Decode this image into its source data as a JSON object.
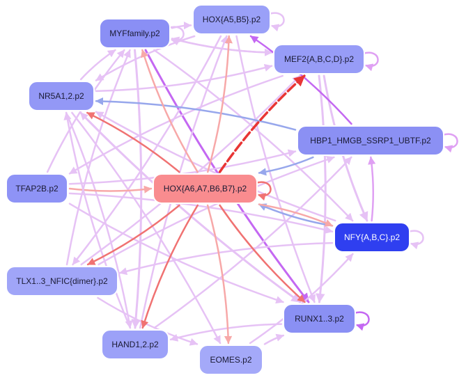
{
  "nodes": [
    {
      "id": "myf",
      "label": "MYFfamily.p2",
      "color": "#8a8ff5"
    },
    {
      "id": "hoxa5",
      "label": "HOX{A5,B5}.p2",
      "color": "#9aa0f8"
    },
    {
      "id": "mef2",
      "label": "MEF2{A,B,C,D}.p2",
      "color": "#979cf7"
    },
    {
      "id": "nr5a1",
      "label": "NR5A1,2.p2",
      "color": "#9398f6"
    },
    {
      "id": "hbp1",
      "label": "HBP1_HMGB_SSRP1_UBTF.p2",
      "color": "#8b90f4"
    },
    {
      "id": "tfap2b",
      "label": "TFAP2B.p2",
      "color": "#8e93f6"
    },
    {
      "id": "hoxa6",
      "label": "HOX{A6,A7,B6,B7}.p2",
      "color": "#f98c8f"
    },
    {
      "id": "nfy",
      "label": "NFY{A,B,C}.p2",
      "color": "#2f3ff0"
    },
    {
      "id": "tlx",
      "label": "TLX1..3_NFIC{dimer}.p2",
      "color": "#a0a5f8"
    },
    {
      "id": "runx",
      "label": "RUNX1..3.p2",
      "color": "#8a90f4"
    },
    {
      "id": "hand",
      "label": "HAND1,2.p2",
      "color": "#9ca1f8"
    },
    {
      "id": "eomes",
      "label": "EOMES.p2",
      "color": "#a4a9f9"
    }
  ],
  "edges": [
    {
      "from": "myf",
      "to": "hoxa5",
      "color": "#e6c2f5",
      "width": 2.5,
      "type": "solid"
    },
    {
      "from": "myf",
      "to": "mef2",
      "color": "#e6c2f5",
      "width": 2.5,
      "type": "solid"
    },
    {
      "from": "myf",
      "to": "hand",
      "color": "#e6c2f5",
      "width": 3,
      "type": "solid"
    },
    {
      "from": "myf",
      "to": "runx",
      "color": "#c468f2",
      "width": 3,
      "type": "solid"
    },
    {
      "from": "myf",
      "to": "nfy",
      "color": "#e6c2f5",
      "width": 2.5,
      "type": "solid"
    },
    {
      "from": "hoxa5",
      "to": "nr5a1",
      "color": "#e6c2f5",
      "width": 2.5,
      "type": "solid"
    },
    {
      "from": "hoxa5",
      "to": "tlx",
      "color": "#e6c2f5",
      "width": 2.5,
      "type": "solid"
    },
    {
      "from": "hoxa5",
      "to": "runx",
      "color": "#e6c2f5",
      "width": 2.5,
      "type": "solid"
    },
    {
      "from": "mef2",
      "to": "myf",
      "color": "#e6c2f5",
      "width": 2.5,
      "type": "solid"
    },
    {
      "from": "mef2",
      "to": "tfap2b",
      "color": "#e6c2f5",
      "width": 2.5,
      "type": "solid"
    },
    {
      "from": "mef2",
      "to": "runx",
      "color": "#e6c2f5",
      "width": 3,
      "type": "solid"
    },
    {
      "from": "mef2",
      "to": "nfy",
      "color": "#e6c2f5",
      "width": 3,
      "type": "solid"
    },
    {
      "from": "nr5a1",
      "to": "myf",
      "color": "#e6c2f5",
      "width": 2.5,
      "type": "solid"
    },
    {
      "from": "nr5a1",
      "to": "mef2",
      "color": "#e6c2f5",
      "width": 2.5,
      "type": "solid"
    },
    {
      "from": "nr5a1",
      "to": "eomes",
      "color": "#e6c2f5",
      "width": 2.5,
      "type": "solid"
    },
    {
      "from": "nr5a1",
      "to": "runx",
      "color": "#e6c2f5",
      "width": 3,
      "type": "solid"
    },
    {
      "from": "nr5a1",
      "to": "hand",
      "color": "#e6c2f5",
      "width": 2.5,
      "type": "solid"
    },
    {
      "from": "tfap2b",
      "to": "hbp1",
      "color": "#e6c2f5",
      "width": 2.5,
      "type": "solid"
    },
    {
      "from": "tfap2b",
      "to": "nfy",
      "color": "#e6c2f5",
      "width": 2.5,
      "type": "solid"
    },
    {
      "from": "tfap2b",
      "to": "runx",
      "color": "#e6c2f5",
      "width": 2.5,
      "type": "solid"
    },
    {
      "from": "tfap2b",
      "to": "myf",
      "color": "#e6c2f5",
      "width": 2.5,
      "type": "solid"
    },
    {
      "from": "tfap2b",
      "to": "hoxa6",
      "color": "#f7a8a8",
      "width": 2.5,
      "type": "solid"
    },
    {
      "from": "tlx",
      "to": "hbp1",
      "color": "#e6c2f5",
      "width": 2.5,
      "type": "solid"
    },
    {
      "from": "tlx",
      "to": "mef2",
      "color": "#e6c2f5",
      "width": 2.5,
      "type": "solid"
    },
    {
      "from": "tlx",
      "to": "myf",
      "color": "#e6c2f5",
      "width": 2.5,
      "type": "solid"
    },
    {
      "from": "tlx",
      "to": "eomes",
      "color": "#e6c2f5",
      "width": 2.5,
      "type": "solid"
    },
    {
      "from": "hand",
      "to": "hoxa5",
      "color": "#e6c2f5",
      "width": 2.5,
      "type": "solid"
    },
    {
      "from": "hand",
      "to": "hbp1",
      "color": "#e6c2f5",
      "width": 2.5,
      "type": "solid"
    },
    {
      "from": "hand",
      "to": "nr5a1",
      "color": "#e6c2f5",
      "width": 2.5,
      "type": "solid"
    },
    {
      "from": "eomes",
      "to": "nfy",
      "color": "#e6c2f5",
      "width": 2.5,
      "type": "solid"
    },
    {
      "from": "eomes",
      "to": "runx",
      "color": "#e6c2f5",
      "width": 2.5,
      "type": "solid"
    },
    {
      "from": "runx",
      "to": "hand",
      "color": "#e6c2f5",
      "width": 2.5,
      "type": "solid"
    },
    {
      "from": "runx",
      "to": "nr5a1",
      "color": "#e6c2f5",
      "width": 2.5,
      "type": "solid"
    },
    {
      "from": "nfy",
      "to": "hbp1",
      "color": "#dfa0f3",
      "width": 2.5,
      "type": "solid"
    },
    {
      "from": "nfy",
      "to": "hoxa6",
      "color": "#97a7ec",
      "width": 2.5,
      "type": "solid"
    },
    {
      "from": "nfy",
      "to": "tlx",
      "color": "#e6c2f5",
      "width": 2.5,
      "type": "solid"
    },
    {
      "from": "nfy",
      "to": "nr5a1",
      "color": "#e6c2f5",
      "width": 2.5,
      "type": "solid"
    },
    {
      "from": "hbp1",
      "to": "hoxa5",
      "color": "#c468f2",
      "width": 2.5,
      "type": "solid"
    },
    {
      "from": "hbp1",
      "to": "hoxa6",
      "color": "#97a7ec",
      "width": 2.5,
      "type": "solid"
    },
    {
      "from": "hbp1",
      "to": "nr5a1",
      "color": "#97a7ec",
      "width": 2.5,
      "type": "solid"
    },
    {
      "from": "hoxa6",
      "to": "mef2",
      "color": "#e83535",
      "width": 3.5,
      "type": "dashed"
    },
    {
      "from": "hoxa6",
      "to": "hoxa5",
      "color": "#f7a8a8",
      "width": 2.5,
      "type": "solid"
    },
    {
      "from": "hoxa6",
      "to": "myf",
      "color": "#f7a8a8",
      "width": 2.5,
      "type": "solid"
    },
    {
      "from": "hoxa6",
      "to": "nr5a1",
      "color": "#f07272",
      "width": 2.5,
      "type": "solid"
    },
    {
      "from": "hoxa6",
      "to": "tlx",
      "color": "#f07272",
      "width": 2.5,
      "type": "solid"
    },
    {
      "from": "hoxa6",
      "to": "hand",
      "color": "#f07272",
      "width": 2.5,
      "type": "solid"
    },
    {
      "from": "hoxa6",
      "to": "eomes",
      "color": "#f7a8a8",
      "width": 2.5,
      "type": "solid"
    },
    {
      "from": "hoxa6",
      "to": "runx",
      "color": "#f07272",
      "width": 2.5,
      "type": "solid"
    },
    {
      "from": "hoxa6",
      "to": "nfy",
      "color": "#f7a8a8",
      "width": 2.5,
      "type": "solid"
    }
  ],
  "self_loops": [
    {
      "node": "myf",
      "color": "#e6c2f5"
    },
    {
      "node": "hoxa5",
      "color": "#e6c2f5"
    },
    {
      "node": "mef2",
      "color": "#dfa0f3"
    },
    {
      "node": "hbp1",
      "color": "#dfa0f3"
    },
    {
      "node": "hoxa6",
      "color": "#f07272"
    },
    {
      "node": "nfy",
      "color": "#e6c2f5"
    },
    {
      "node": "runx",
      "color": "#c468f2"
    }
  ]
}
